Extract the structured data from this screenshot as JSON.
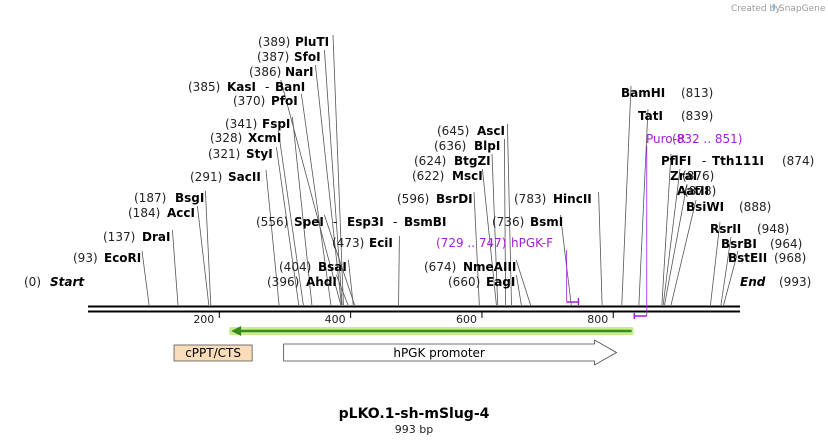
{
  "header": {
    "credit": "Created by",
    "brand": "SnapGene"
  },
  "sequence": {
    "name": "pLKO.1-sh-mSlug-4",
    "length_label": "993 bp",
    "length": 993
  },
  "colors": {
    "primer": "#a31fd1",
    "arrow": "#3c8a1e",
    "arrow_glow": "#c6ee8f",
    "cppt": "#f9dcb8"
  },
  "ruler": {
    "ticks": [
      {
        "value": 200,
        "label": "200"
      },
      {
        "value": 400,
        "label": "400"
      },
      {
        "value": 600,
        "label": "600"
      },
      {
        "value": 800,
        "label": "800"
      }
    ]
  },
  "sites": [
    {
      "name": "Start",
      "pos": "(0)",
      "loc": 0,
      "italic": true
    },
    {
      "name": "EcoRI",
      "pos": "(93)",
      "loc": 93
    },
    {
      "name": "DraI",
      "pos": "(137)",
      "loc": 137
    },
    {
      "name": "AccI",
      "pos": "(184)",
      "loc": 184
    },
    {
      "name": "BsgI",
      "pos": "(187)",
      "loc": 187
    },
    {
      "name": "SacII",
      "pos": "(291)",
      "loc": 291
    },
    {
      "name": "StyI",
      "pos": "(321)",
      "loc": 321
    },
    {
      "name": "XcmI",
      "pos": "(328)",
      "loc": 328
    },
    {
      "name": "FspI",
      "pos": "(341)",
      "loc": 341
    },
    {
      "name": "PfoI",
      "pos": "(370)",
      "loc": 370
    },
    {
      "name": "KasI",
      "pos": "(385)",
      "loc": 385,
      "extra": "BanI"
    },
    {
      "name": "NarI",
      "pos": "(386)",
      "loc": 386
    },
    {
      "name": "SfoI",
      "pos": "(387)",
      "loc": 387
    },
    {
      "name": "PluTI",
      "pos": "(389)",
      "loc": 389
    },
    {
      "name": "AhdI",
      "pos": "(396)",
      "loc": 396
    },
    {
      "name": "BsaI",
      "pos": "(404)",
      "loc": 404
    },
    {
      "name": "SpeI",
      "pos": "(556)",
      "loc": 406,
      "extra": "Esp3I",
      "extra2": "BsmBI"
    },
    {
      "name": "EciI",
      "pos": "(473)",
      "loc": 473
    },
    {
      "name": "BsrDI",
      "pos": "(596)",
      "loc": 596
    },
    {
      "name": "MscI",
      "pos": "(622)",
      "loc": 622
    },
    {
      "name": "BtgZI",
      "pos": "(624)",
      "loc": 624
    },
    {
      "name": "BlpI",
      "pos": "(636)",
      "loc": 636
    },
    {
      "name": "AscI",
      "pos": "(645)",
      "loc": 645
    },
    {
      "name": "EagI",
      "pos": "(660)",
      "loc": 660
    },
    {
      "name": "NmeAIII",
      "pos": "(674)",
      "loc": 674
    },
    {
      "name": "BsmI",
      "pos": "(736)",
      "loc": 736
    },
    {
      "name": "HincII",
      "pos": "(783)",
      "loc": 783
    },
    {
      "name": "BamHI",
      "pos": "(813)",
      "loc": 813
    },
    {
      "name": "TatI",
      "pos": "(839)",
      "loc": 839
    },
    {
      "name": "PflFI",
      "pos": "(874)",
      "loc": 874,
      "extra": "Tth111I"
    },
    {
      "name": "ZraI",
      "pos": "(876)",
      "loc": 876
    },
    {
      "name": "AatII",
      "pos": "(878)",
      "loc": 878
    },
    {
      "name": "BsiWI",
      "pos": "(888)",
      "loc": 888
    },
    {
      "name": "RsrII",
      "pos": "(948)",
      "loc": 948
    },
    {
      "name": "BsrBI",
      "pos": "(964)",
      "loc": 964
    },
    {
      "name": "BstEII",
      "pos": "(968)",
      "loc": 968
    },
    {
      "name": "End",
      "pos": "(993)",
      "loc": 993,
      "italic": true
    }
  ],
  "primers": [
    {
      "name": "hPGK-F",
      "range": "(729 .. 747)",
      "start": 729,
      "end": 747
    },
    {
      "name": "Puro-R",
      "range": "(832 .. 851)",
      "start": 832,
      "end": 851
    }
  ],
  "features": [
    {
      "name": "cPPT/CTS",
      "type": "box",
      "start": 131,
      "end": 250
    },
    {
      "name": "hPGK promoter",
      "type": "arrow",
      "start": 298,
      "end": 805
    },
    {
      "name": "",
      "type": "reverse-arrow",
      "start": 218,
      "end": 828
    }
  ]
}
